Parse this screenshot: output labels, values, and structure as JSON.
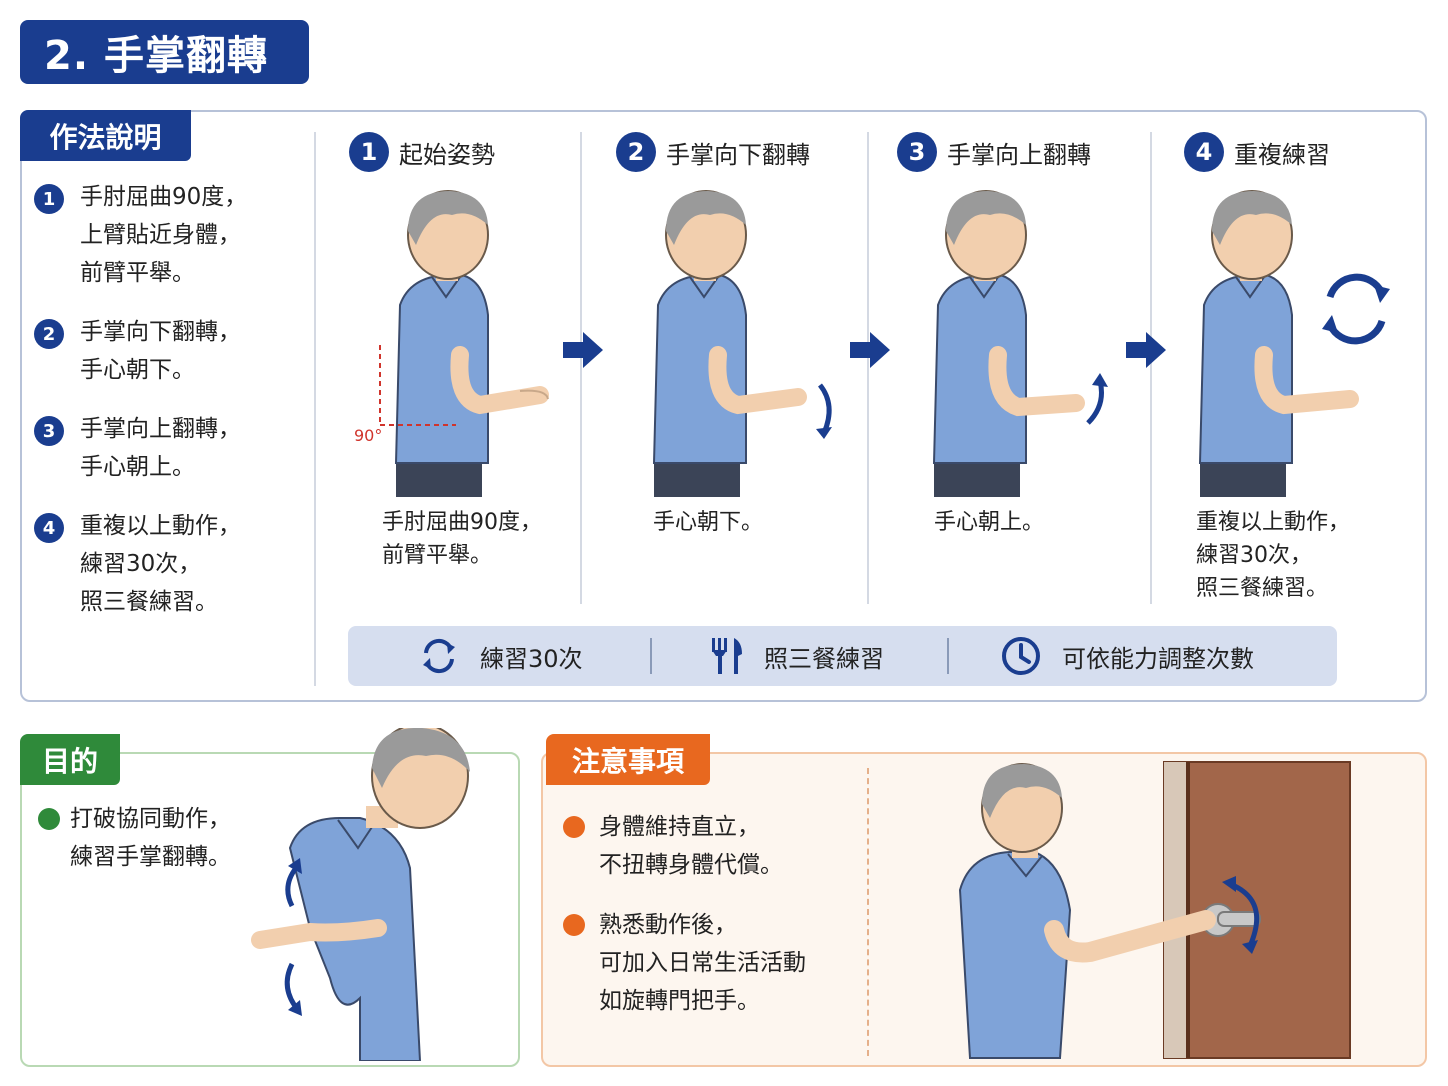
{
  "title": "2. 手掌翻轉",
  "method": {
    "tab_label": "作法說明",
    "left_steps": [
      {
        "num": "1",
        "lines": [
          "手肘屈曲90度，",
          "上臂貼近身體，",
          "前臂平舉。"
        ]
      },
      {
        "num": "2",
        "lines": [
          "手掌向下翻轉，",
          "手心朝下。"
        ]
      },
      {
        "num": "3",
        "lines": [
          "手掌向上翻轉，",
          "手心朝上。"
        ]
      },
      {
        "num": "4",
        "lines": [
          "重複以上動作，",
          "練習30次，",
          "照三餐練習。"
        ]
      }
    ],
    "steps": [
      {
        "num": "1",
        "title": "起始姿勢",
        "desc": [
          "手肘屈曲90度，",
          "前臂平舉。"
        ],
        "angle_label": "90°"
      },
      {
        "num": "2",
        "title": "手掌向下翻轉",
        "desc": [
          "手心朝下。"
        ]
      },
      {
        "num": "3",
        "title": "手掌向上翻轉",
        "desc": [
          "手心朝上。"
        ]
      },
      {
        "num": "4",
        "title": "重複練習",
        "desc": [
          "重複以上動作，",
          "練習30次，",
          "照三餐練習。"
        ]
      }
    ],
    "info_bar": [
      {
        "icon": "repeat-icon",
        "label": "練習30次"
      },
      {
        "icon": "utensils-icon",
        "label": "照三餐練習"
      },
      {
        "icon": "clock-icon",
        "label": "可依能力調整次數"
      }
    ]
  },
  "purpose": {
    "tab_label": "目的",
    "lines": [
      "打破協同動作，",
      "練習手掌翻轉。"
    ]
  },
  "caution": {
    "tab_label": "注意事項",
    "items": [
      {
        "lines": [
          "身體維持直立，",
          "不扭轉身體代償。"
        ]
      },
      {
        "lines": [
          "熟悉動作後，",
          "可加入日常生活活動",
          "如旋轉門把手。"
        ]
      }
    ]
  },
  "colors": {
    "navy": "#1a3d8f",
    "green": "#2f8a3a",
    "orange": "#e8681f",
    "shirt": "#7fa3d8",
    "info_bar": "#d6deef"
  }
}
